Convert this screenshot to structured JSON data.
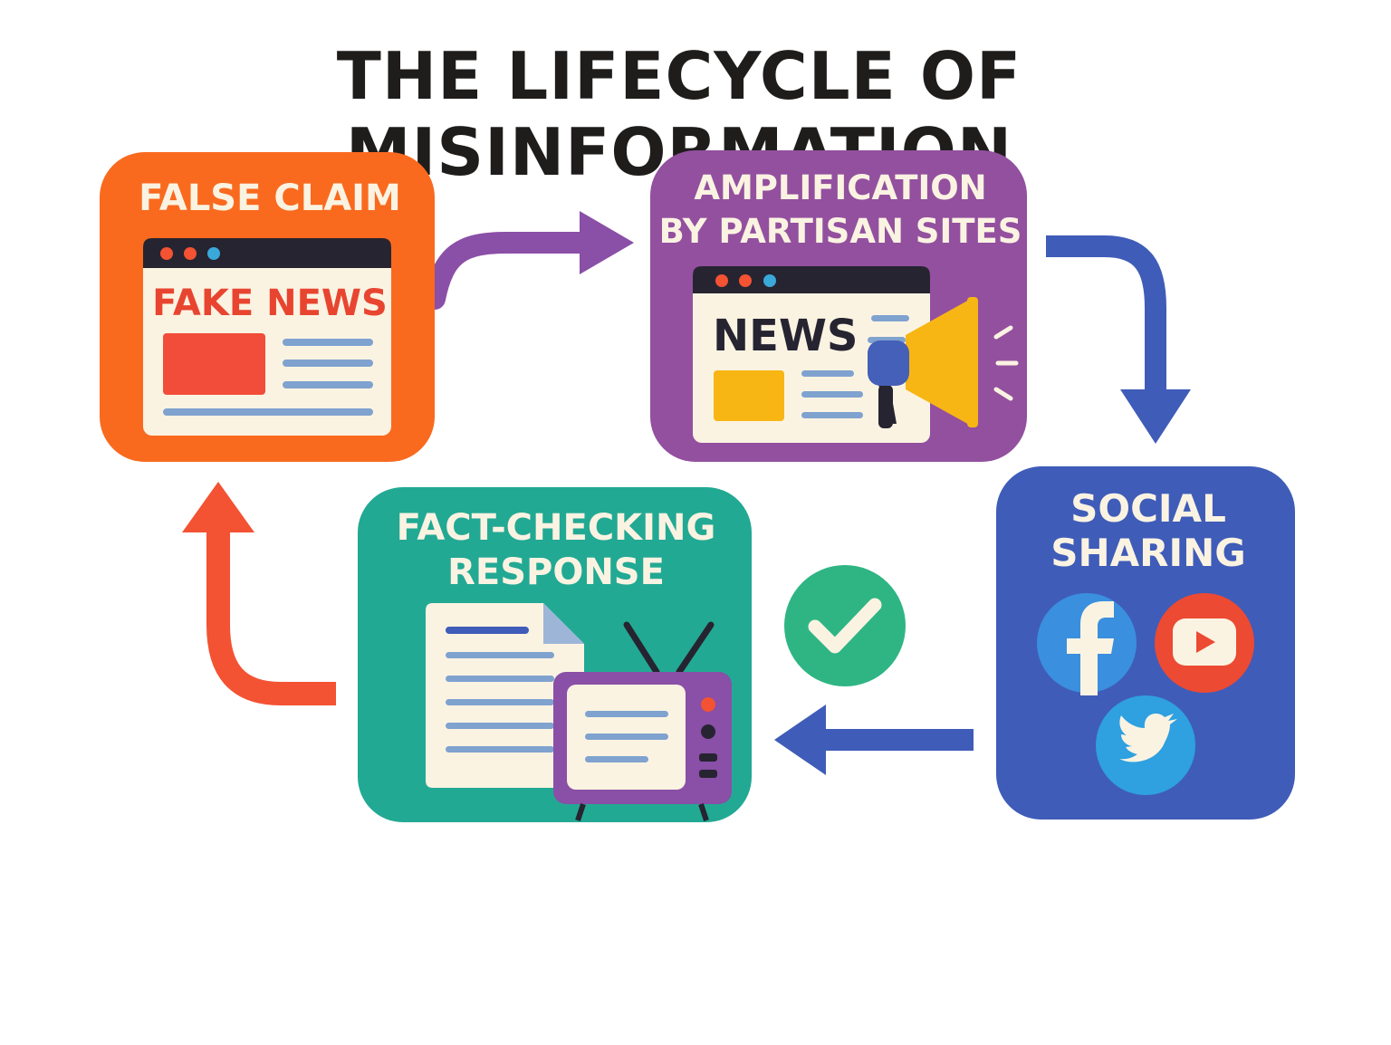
{
  "title": "THE LIFECYCLE OF MISINFORMATION",
  "colors": {
    "false_claim": "#f96a1f",
    "amplification": "#93509f",
    "social_sharing": "#3f5cb8",
    "fact_checking": "#22a994",
    "arrow_purple": "#8a4fa6",
    "arrow_blue": "#3f5cb8",
    "arrow_red": "#f35233",
    "check_green": "#2fb584",
    "paper": "#fbf3e2",
    "ink": "#262431"
  },
  "stages": {
    "false_claim": {
      "label": "FALSE CLAIM",
      "headline": "FAKE NEWS",
      "icon": "browser-window-icon"
    },
    "amplification": {
      "label_line1": "AMPLIFICATION",
      "label_line2": "BY PARTISAN SITES",
      "headline": "NEWS",
      "icon": "megaphone-icon"
    },
    "social_sharing": {
      "label_line1": "SOCIAL",
      "label_line2": "SHARING",
      "icons": [
        "facebook-icon",
        "youtube-icon",
        "twitter-icon"
      ]
    },
    "fact_checking": {
      "label_line1": "FACT-CHECKING",
      "label_line2": "RESPONSE",
      "icons": [
        "document-icon",
        "television-icon",
        "checkmark-icon"
      ]
    }
  },
  "flow": [
    "false_claim",
    "amplification",
    "social_sharing",
    "fact_checking",
    "false_claim"
  ]
}
